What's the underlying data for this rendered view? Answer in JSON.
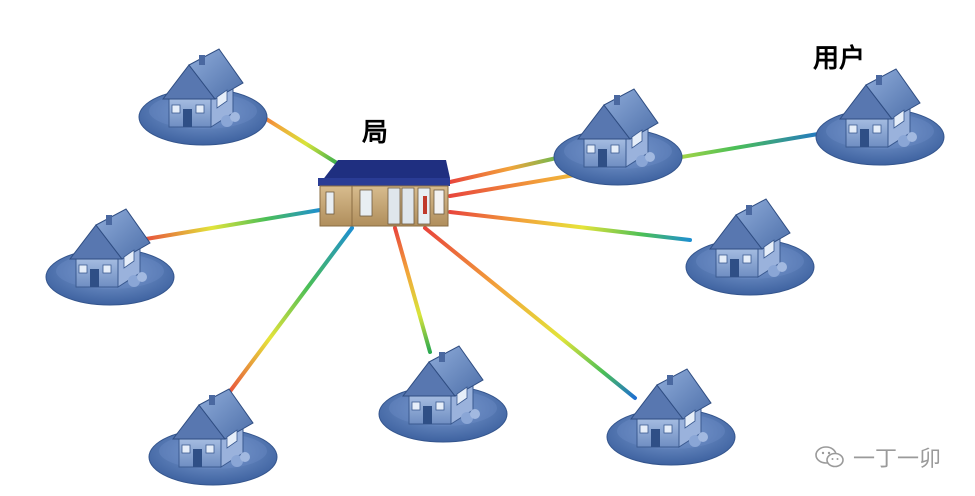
{
  "labels": {
    "central_office": "局",
    "user": "用户"
  },
  "watermark": {
    "text": "一丁一卯",
    "icon": "wechat-icon"
  },
  "colors": {
    "house_base": "#4f74ad",
    "house_roof": "#6d8fc4",
    "office_roof": "#1f2f80",
    "office_wall": "#c8a878"
  }
}
